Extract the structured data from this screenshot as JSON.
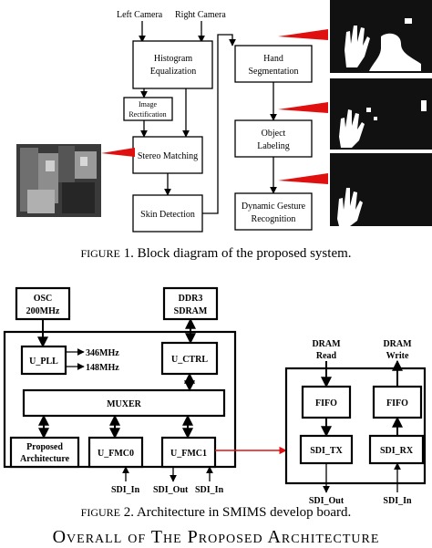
{
  "figure1": {
    "inputs": {
      "left_camera": "Left Camera",
      "right_camera": "Right Camera"
    },
    "blocks": {
      "histogram_line1": "Histogram",
      "histogram_line2": "Equalization",
      "rect_line1": "Image",
      "rect_line2": "Rectification",
      "stereo": "Stereo Matching",
      "skin": "Skin Detection",
      "hand_line1": "Hand",
      "hand_line2": "Segmentation",
      "object_line1": "Object",
      "object_line2": "Labeling",
      "gesture_line1": "Dynamic Gesture",
      "gesture_line2": "Recognition"
    },
    "caption_prefix": "Figure",
    "caption_rest": " 1. Block diagram of the proposed system."
  },
  "figure2": {
    "osc_line1": "OSC",
    "osc_line2": "200MHz",
    "ddr_line1": "DDR3",
    "ddr_line2": "SDRAM",
    "u_pll": "U_PLL",
    "freq1": "346MHz",
    "freq2": "148MHz",
    "u_ctrl": "U_CTRL",
    "muxer": "MUXER",
    "proposed_line1": "Proposed",
    "proposed_line2": "Architecture",
    "u_fmc0": "U_FMC0",
    "u_fmc1": "U_FMC1",
    "sdi_in_1": "SDI_In",
    "sdi_out": "SDI_Out",
    "sdi_in_2": "SDI_In",
    "dram_read_line1": "DRAM",
    "dram_read_line2": "Read",
    "dram_write_line1": "DRAM",
    "dram_write_line2": "Write",
    "fifo1": "FIFO",
    "fifo2": "FIFO",
    "sdi_tx": "SDI_TX",
    "sdi_rx": "SDI_RX",
    "sdi_out_right": "SDI_Out",
    "sdi_in_right": "SDI_In",
    "caption_prefix": "Figure",
    "caption_rest": " 2. Architecture in SMIMS develop board."
  },
  "section_heading": "Overall of The Proposed Architecture",
  "colors": {
    "arrow_red": "#e01010",
    "image_dark": "#111111"
  }
}
